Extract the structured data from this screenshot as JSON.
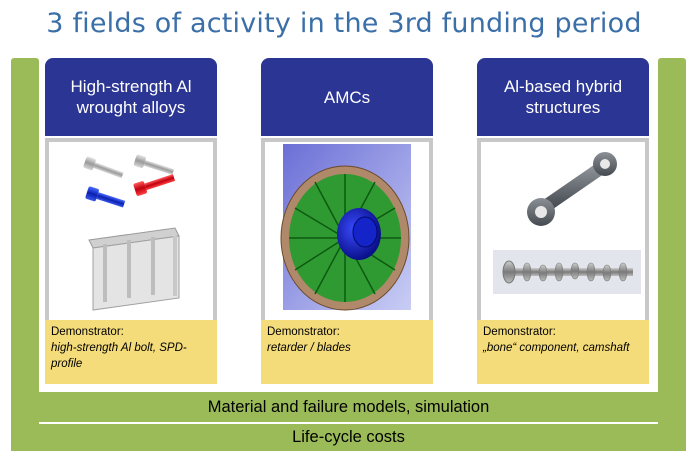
{
  "title": "3 fields of activity in the 3rd funding period",
  "columns": [
    {
      "header": "High-strength Al wrought alloys",
      "demo_label": "Demonstrator:",
      "demo_text": "high-strength Al bolt, SPD-profile"
    },
    {
      "header": "AMCs",
      "demo_label": "Demonstrator:",
      "demo_text": "retarder / blades"
    },
    {
      "header": "Al-based hybrid structures",
      "demo_label": "Demonstrator:",
      "demo_text": "„bone“ component, camshaft"
    }
  ],
  "bars": {
    "models": "Material and failure models, simulation",
    "costs": "Life-cycle costs"
  },
  "colors": {
    "title": "#3b6fa8",
    "header": "#2b3593",
    "green": "#9bbb59",
    "demo": "#f4dc7a"
  }
}
